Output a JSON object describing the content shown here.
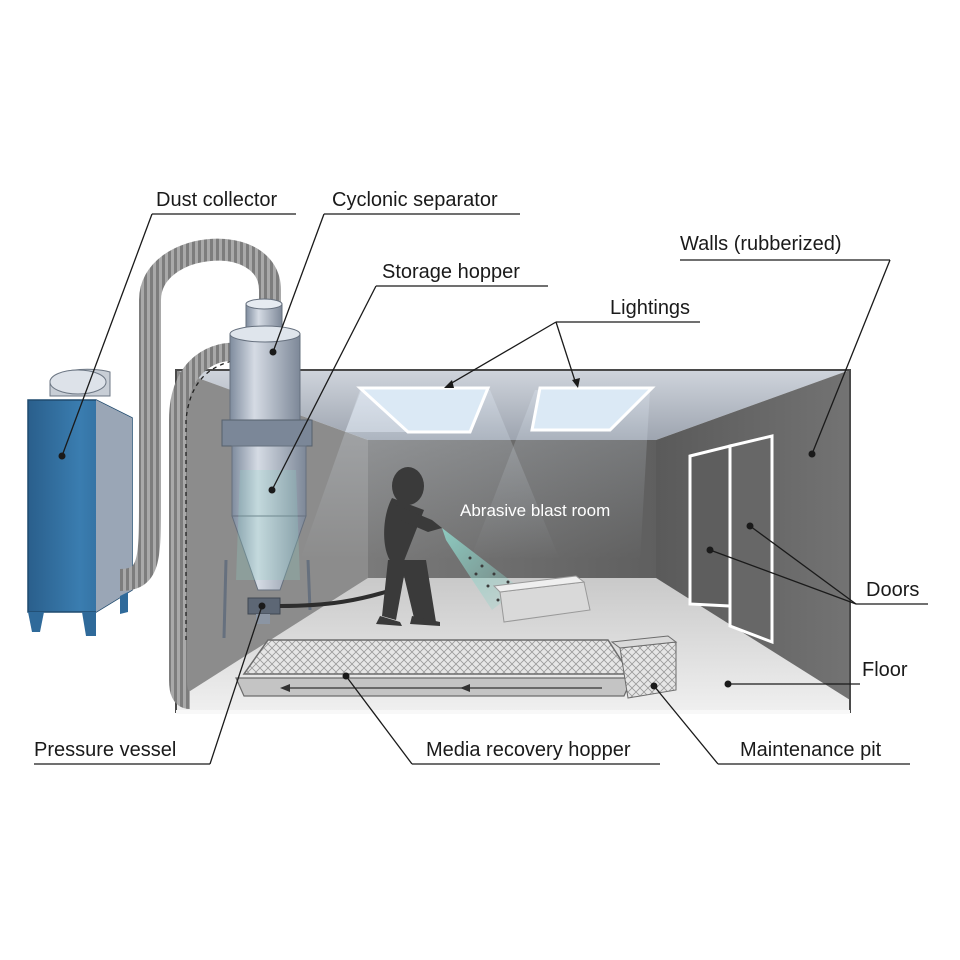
{
  "diagram": {
    "labels": {
      "dust_collector": "Dust collector",
      "cyclonic_separator": "Cyclonic separator",
      "storage_hopper": "Storage hopper",
      "walls": "Walls (rubberized)",
      "lightings": "Lightings",
      "doors": "Doors",
      "floor": "Floor",
      "pressure_vessel": "Pressure vessel",
      "media_recovery_hopper": "Media recovery hopper",
      "maintenance_pit": "Maintenance pit",
      "room": "Abrasive blast room"
    },
    "colors": {
      "collector_blue": "#2f6a9a",
      "wall_grey": "#6e6e6e",
      "floor_grey": "#d8d8d8",
      "metal": "#9aa6b6",
      "spray": "#8fd3c8"
    }
  }
}
